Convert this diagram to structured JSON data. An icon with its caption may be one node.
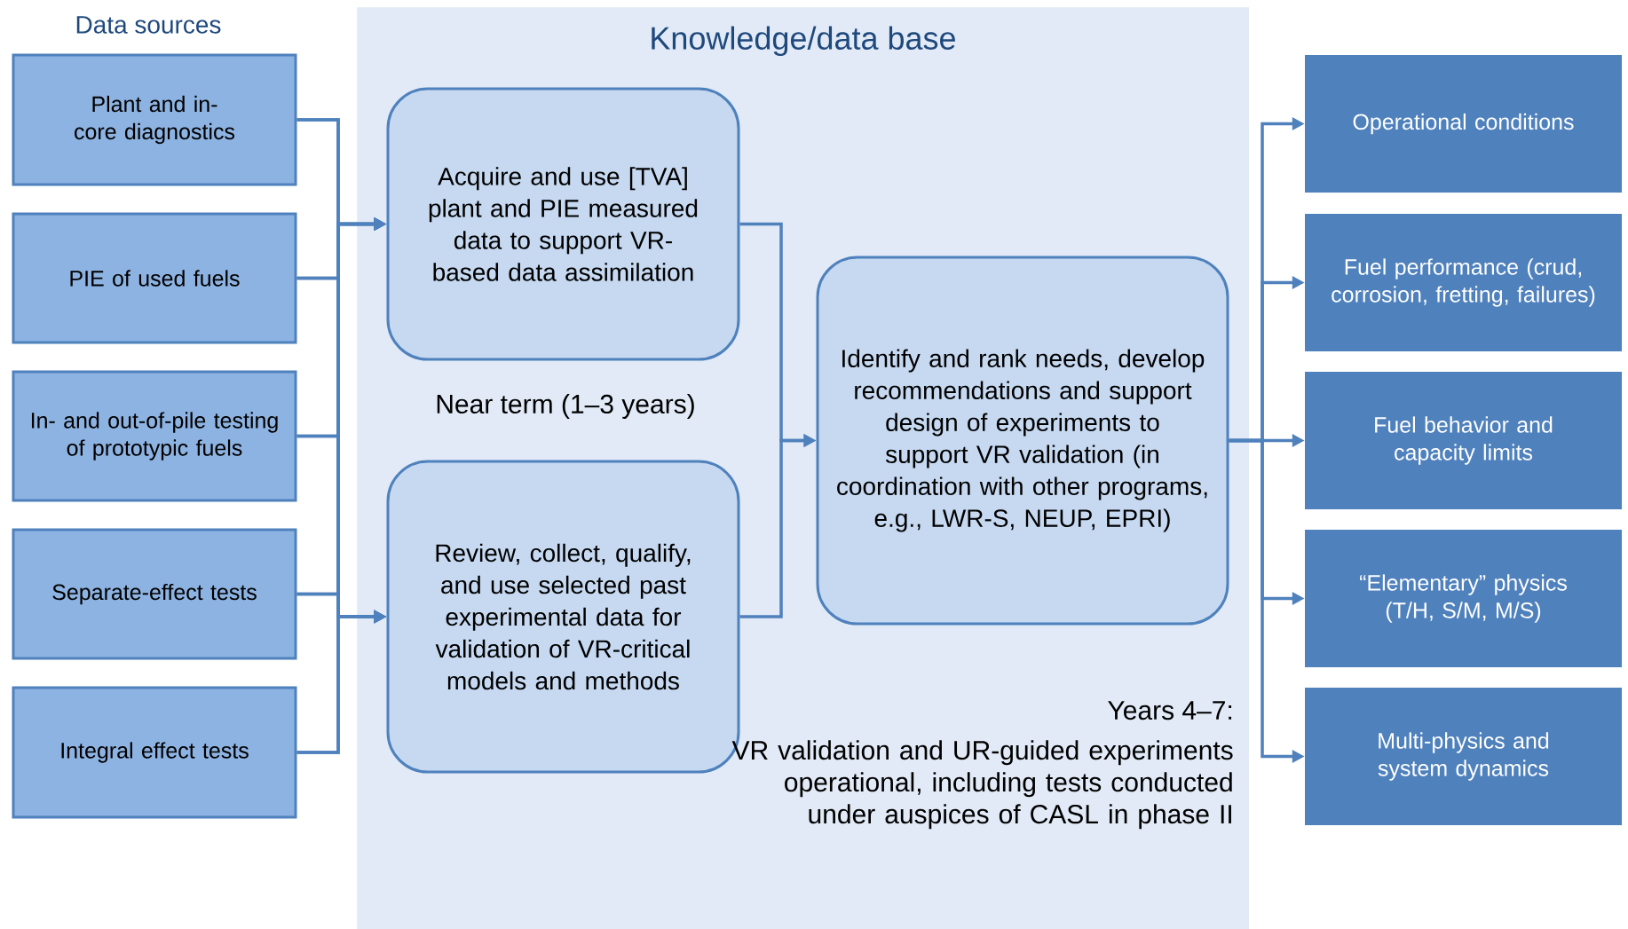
{
  "diagram": {
    "nodes": [
      {
        "text": [
          "Knowledge/data base"
        ]
      },
      {
        "text": [
          "Plant and in-core diagnostics"
        ]
      },
      {
        "text": [
          "PIE of used fuels"
        ]
      },
      {
        "text": [
          "In- and out-of-pile testing of prototypic fuels"
        ]
      },
      {
        "text": [
          "Separate-effect tests"
        ]
      },
      {
        "text": [
          "Integral effect tests"
        ]
      },
      {
        "text": [
          "Acquire and use [TVA] plant and PIE measured data to support VR-based data assimilation"
        ],
        "in": 0
      },
      {
        "text": [
          "Review, collect, qualify, and use selected past experimental data for validation of VR-critical models and methods"
        ],
        "in": 0
      },
      {
        "text": [
          "Identify and rank needs, develop recommendations and support design of experiments to support VR validation (in coordination with other programs, e.g., LWR-S, NEUP, EPRI)"
        ],
        "in": 0
      },
      {
        "text": [
          "Operational conditions"
        ]
      },
      {
        "text": [
          "Fuel performance (crud, corrosion, fretting, failures)"
        ]
      },
      {
        "text": [
          "Fuel behavior and capacity limits"
        ]
      },
      {
        "text": [
          "“Elementary” physics (T/H, S/M, M/S)"
        ]
      },
      {
        "text": [
          "Multi-physics and system dynamics"
        ]
      }
    ],
    "edges": [
      {
        "from": 1,
        "to": 6,
        "arrow": "to"
      },
      {
        "from": 2,
        "to": 6,
        "arrow": "to"
      },
      {
        "from": 3,
        "to": 6,
        "arrow": "to"
      },
      {
        "from": 4,
        "to": 6,
        "arrow": "to"
      },
      {
        "from": 5,
        "to": 6,
        "arrow": "to"
      },
      {
        "from": 1,
        "to": 7,
        "arrow": "to"
      },
      {
        "from": 2,
        "to": 7,
        "arrow": "to"
      },
      {
        "from": 3,
        "to": 7,
        "arrow": "to"
      },
      {
        "from": 4,
        "to": 7,
        "arrow": "to"
      },
      {
        "from": 5,
        "to": 7,
        "arrow": "to"
      },
      {
        "from": 6,
        "to": 8,
        "arrow": "to"
      },
      {
        "from": 7,
        "to": 8,
        "arrow": "to"
      },
      {
        "from": 8,
        "to": 9,
        "arrow": "to"
      },
      {
        "from": 8,
        "to": 10,
        "arrow": "to"
      },
      {
        "from": 8,
        "to": 11,
        "arrow": "to"
      },
      {
        "from": 8,
        "to": 12,
        "arrow": "to"
      },
      {
        "from": 8,
        "to": 13,
        "arrow": "to"
      }
    ],
    "labels": [
      "Data sources",
      "Near term (1–3 years)",
      "Years 4–7:",
      "VR validation and UR-guided experiments operational, including tests conducted under auspices of CASL in phase II"
    ]
  }
}
